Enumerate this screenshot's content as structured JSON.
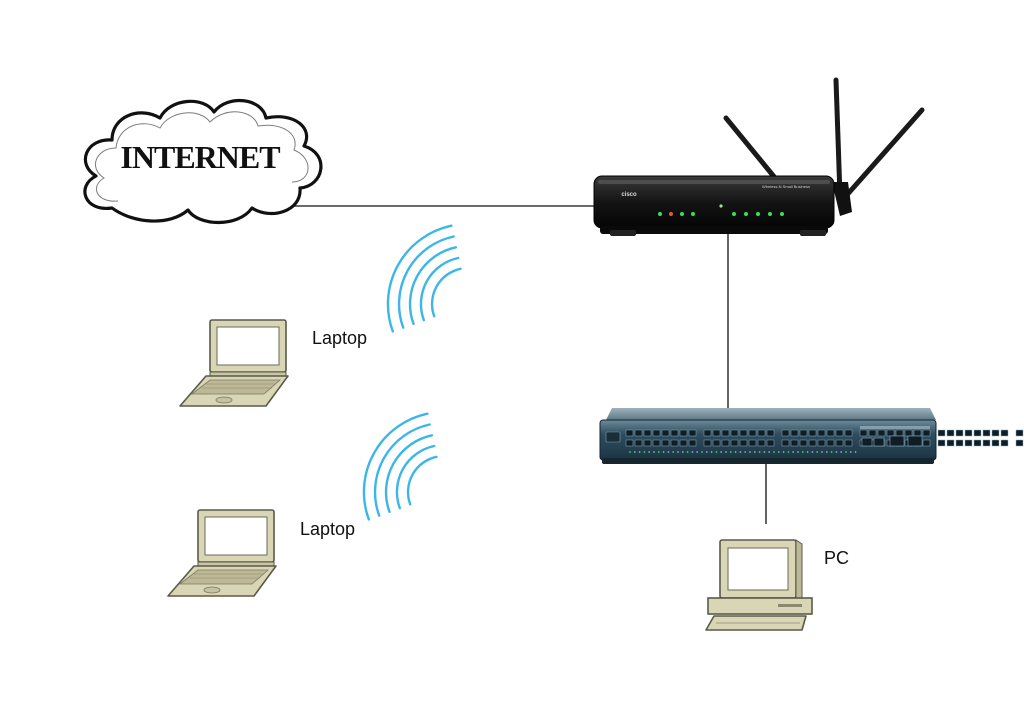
{
  "cloud": {
    "label": "INTERNET",
    "icon": "cloud-icon"
  },
  "router": {
    "brand": "cisco",
    "model_text": "Wireless-N Small Business",
    "icon": "wireless-router-icon"
  },
  "switch": {
    "icon": "network-switch-icon"
  },
  "devices": {
    "laptop_1": {
      "label": "Laptop",
      "icon": "laptop-icon"
    },
    "laptop_2": {
      "label": "Laptop",
      "icon": "laptop-icon"
    },
    "pc": {
      "label": "PC",
      "icon": "desktop-pc-icon"
    }
  },
  "colors": {
    "wifi": "#3bb6e8",
    "device_fill": "#d9d6b6",
    "device_stroke": "#5a5a4a",
    "router_body": "#1a1a1a",
    "switch_body": "#2c4a5c",
    "led": "#3ddc5a",
    "line": "#111111"
  }
}
